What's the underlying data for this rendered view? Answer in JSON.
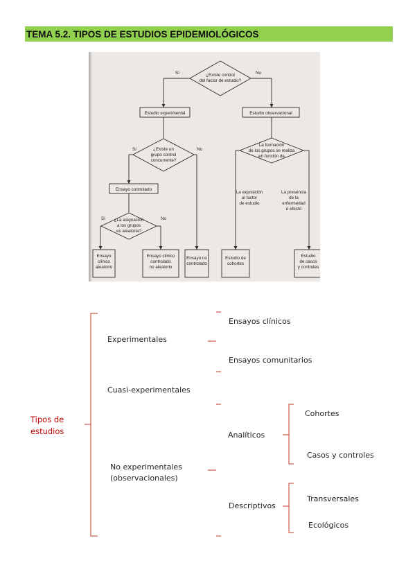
{
  "title": "TEMA 5.2. TIPOS DE ESTUDIOS EPIDEMIOLÓGICOS",
  "flowchart": {
    "q1": [
      "¿Existe control",
      "del factor de estudio?"
    ],
    "si": "Sí",
    "no": "No",
    "experimental": "Estudio experimental",
    "observacional": "Estudio observacional",
    "q2": [
      "¿Existe un",
      "grupo control",
      "concurrente?"
    ],
    "q3": [
      "La formación",
      "de los grupos se realiza",
      "en función de"
    ],
    "ensayo_controlado": "Ensayo controlado",
    "exposicion": [
      "La exposición",
      "al factor",
      "de estudio"
    ],
    "presencia": [
      "La presencia",
      "de la",
      "enfermedad",
      "o efecto"
    ],
    "q4": [
      "¿La asignación",
      "a los grupos",
      "es aleatoria?"
    ],
    "leaf1": [
      "Ensayo",
      "clínico",
      "aleatorio"
    ],
    "leaf2": [
      "Ensayo clínico",
      "controlado",
      "no aleatorio"
    ],
    "leaf3": [
      "Ensayo no",
      "controlado"
    ],
    "leaf4": [
      "Estudio de",
      "cohortes"
    ],
    "leaf5": [
      "Estudio",
      "de casos",
      "y controles"
    ]
  },
  "tree": {
    "root": "Tipos de estudios",
    "experimentales": "Experimentales",
    "ensayos_clinicos": "Ensayos clínicos",
    "ensayos_comunitarios": "Ensayos comunitarios",
    "cuasi": "Cuasi-experimentales",
    "no_experimentales": "No experimentales (observacionales)",
    "analiticos": "Analíticos",
    "cohortes": "Cohortes",
    "casos_controles": "Casos y controles",
    "descriptivos": "Descriptivos",
    "transversales": "Transversales",
    "ecologicos": "Ecológicos"
  },
  "colors": {
    "title_bg": "#92d050",
    "root_text": "#c00000",
    "brace": "#c0392b"
  }
}
